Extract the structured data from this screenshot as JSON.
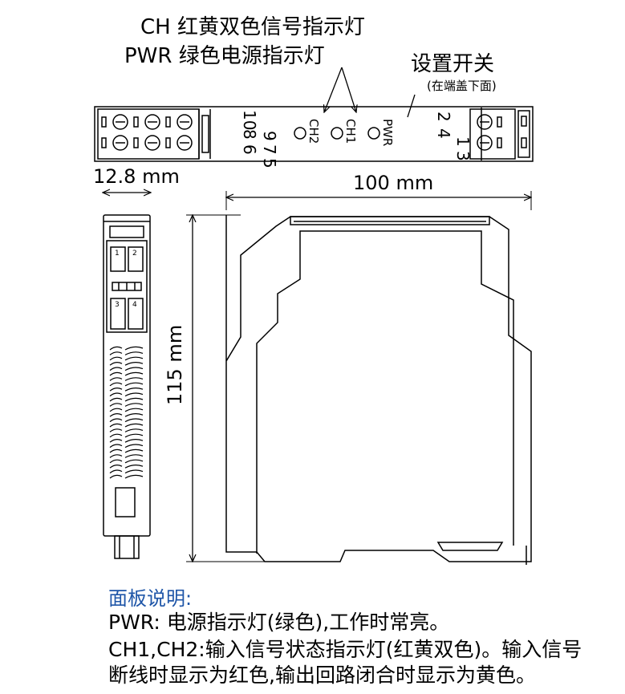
{
  "labels": {
    "ch_led": "CH 红黄双色信号指示灯",
    "pwr_led": "PWR 绿色电源指示灯",
    "setting_switch": "设置开关",
    "switch_note": "(在端盖下面)",
    "led_ch2": "CH2",
    "led_ch1": "CH1",
    "led_pwr": "PWR",
    "terminals_left_top": [
      "10",
      "8",
      "6"
    ],
    "terminals_left_bottom": [
      "9",
      "7",
      "5"
    ],
    "terminals_right_top": [
      "2",
      "4"
    ],
    "terminals_right_bottom": [
      "1",
      "3"
    ],
    "side_slots": [
      "1",
      "2",
      "3",
      "4"
    ]
  },
  "dimensions": {
    "width": "12.8 mm",
    "length": "100 mm",
    "height": "115 mm"
  },
  "description": {
    "title": "面板说明:",
    "line1": "PWR: 电源指示灯(绿色),工作时常亮。",
    "line2": "CH1,CH2:输入信号状态指示灯(红黄双色)。输入信号",
    "line3": "断线时显示为红色,输出回路闭合时显示为黄色。"
  },
  "colors": {
    "line": "#000000",
    "title": "#1f56a8"
  }
}
